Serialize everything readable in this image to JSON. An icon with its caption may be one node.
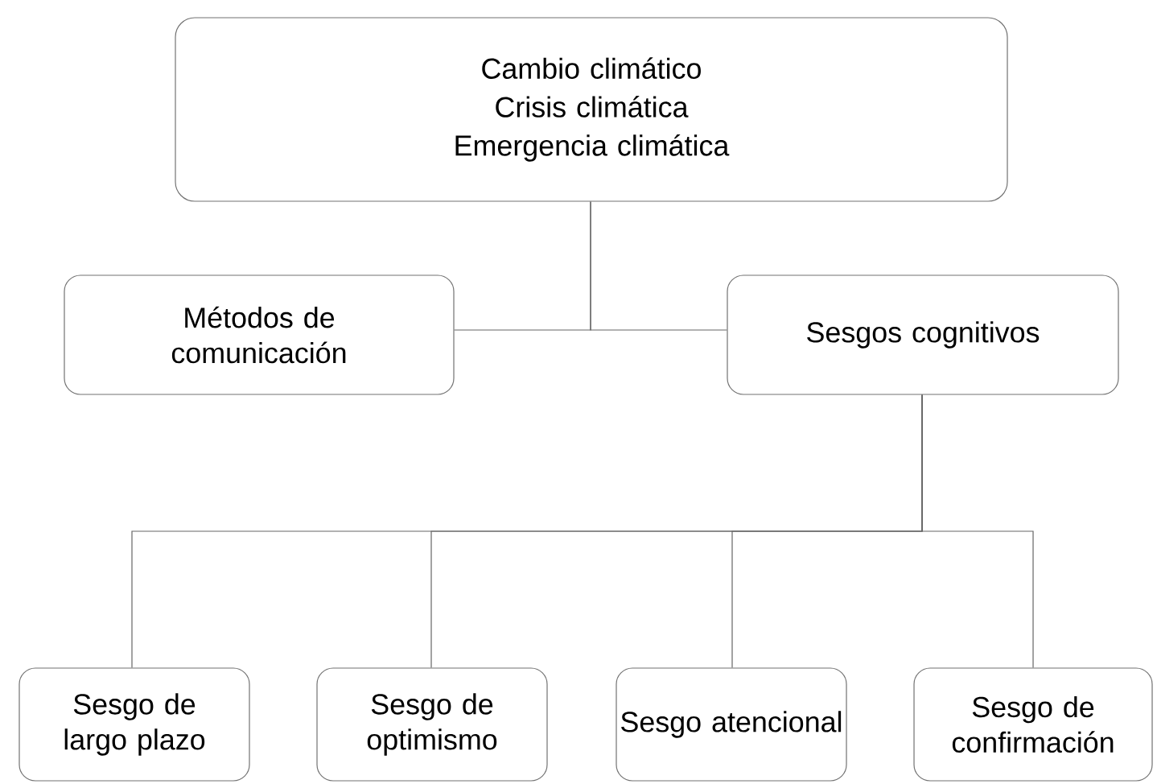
{
  "diagram": {
    "nodes": [
      {
        "text": [
          "Cambio climático",
          "Crisis climática",
          "Emergencia climática"
        ]
      },
      {
        "text": [
          "Métodos de comunicación"
        ]
      },
      {
        "text": [
          "Sesgos cognitivos"
        ]
      },
      {
        "text": [
          "Sesgo de largo plazo"
        ]
      },
      {
        "text": [
          "Sesgo de optimismo"
        ]
      },
      {
        "text": [
          "Sesgo atencional"
        ]
      },
      {
        "text": [
          "Sesgo de confirmación"
        ]
      }
    ],
    "edges": [
      {
        "from": 0,
        "to": 1,
        "arrow": "none"
      },
      {
        "from": 0,
        "to": 2,
        "arrow": "none"
      },
      {
        "from": 2,
        "to": 3,
        "arrow": "none"
      },
      {
        "from": 2,
        "to": 4,
        "arrow": "none"
      },
      {
        "from": 2,
        "to": 5,
        "arrow": "none"
      },
      {
        "from": 2,
        "to": 6,
        "arrow": "none"
      }
    ]
  }
}
